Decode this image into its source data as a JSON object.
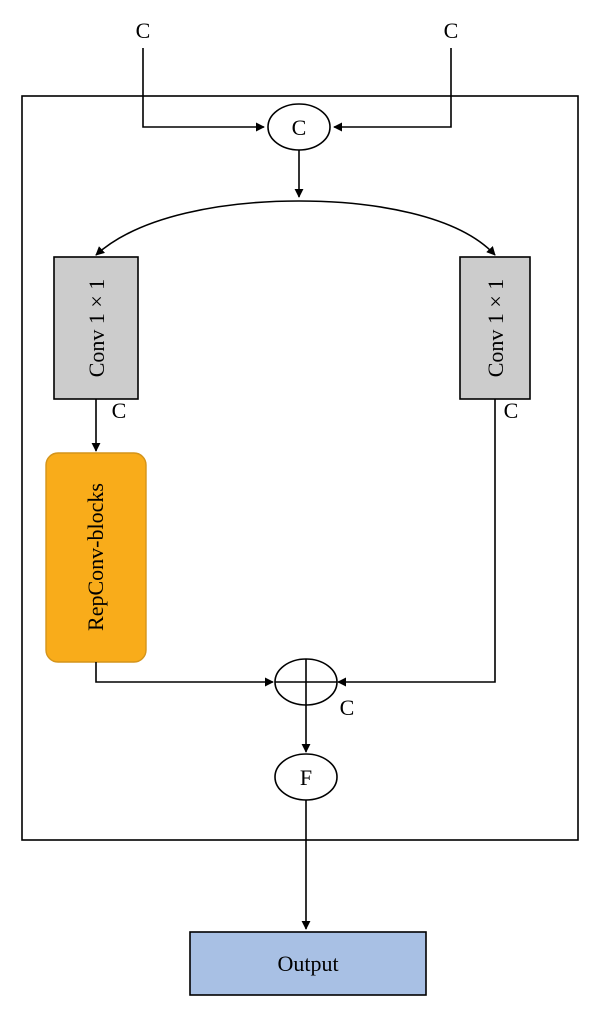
{
  "inputs": {
    "left_label": "C",
    "right_label": "C"
  },
  "concat_node": {
    "label": "C"
  },
  "branches": {
    "left_conv": {
      "label": "Conv 1 × 1",
      "output_label": "C",
      "fill": "#cccccc"
    },
    "right_conv": {
      "label": "Conv 1 × 1",
      "output_label": "C",
      "fill": "#cccccc"
    },
    "repconv": {
      "label": "RepConv-blocks",
      "fill": "#f9ac1a",
      "border": "#d4941a"
    }
  },
  "add_node": {
    "output_label": "C"
  },
  "f_node": {
    "label": "F"
  },
  "output": {
    "label": "Output",
    "fill": "#a8c0e4"
  }
}
